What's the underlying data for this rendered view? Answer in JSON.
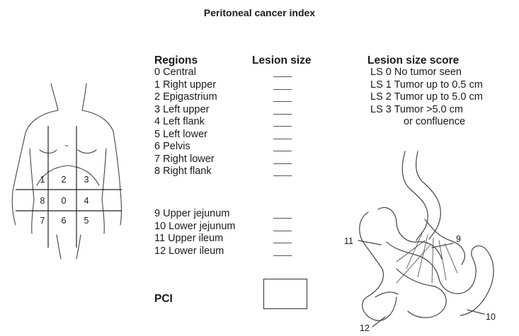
{
  "title": "Peritoneal cancer index",
  "headers": {
    "regions": "Regions",
    "lesion_size": "Lesion size",
    "lesion_size_score": "Lesion size score"
  },
  "regions": [
    "0 Central",
    "1 Right upper",
    "2 Epigastrium",
    "3 Left upper",
    "4 Left flank",
    "5 Left lower",
    "6 Pelvis",
    "7 Right lower",
    "8 Right flank"
  ],
  "small_bowel_regions": [
    "9 Upper jejunum",
    "10 Lower jejunum",
    "11 Upper ileum",
    "12 Lower ileum"
  ],
  "scores": [
    "LS 0 No tumor seen",
    "LS 1 Tumor up to 0.5 cm",
    "LS 2 Tumor up to 5.0 cm",
    "LS 3 Tumor >5.0 cm",
    "or confluence"
  ],
  "pci_label": "PCI",
  "grid_numbers": [
    "1",
    "2",
    "3",
    "8",
    "0",
    "4",
    "7",
    "6",
    "5"
  ],
  "bowel_labels": [
    "9",
    "10",
    "11",
    "12"
  ]
}
